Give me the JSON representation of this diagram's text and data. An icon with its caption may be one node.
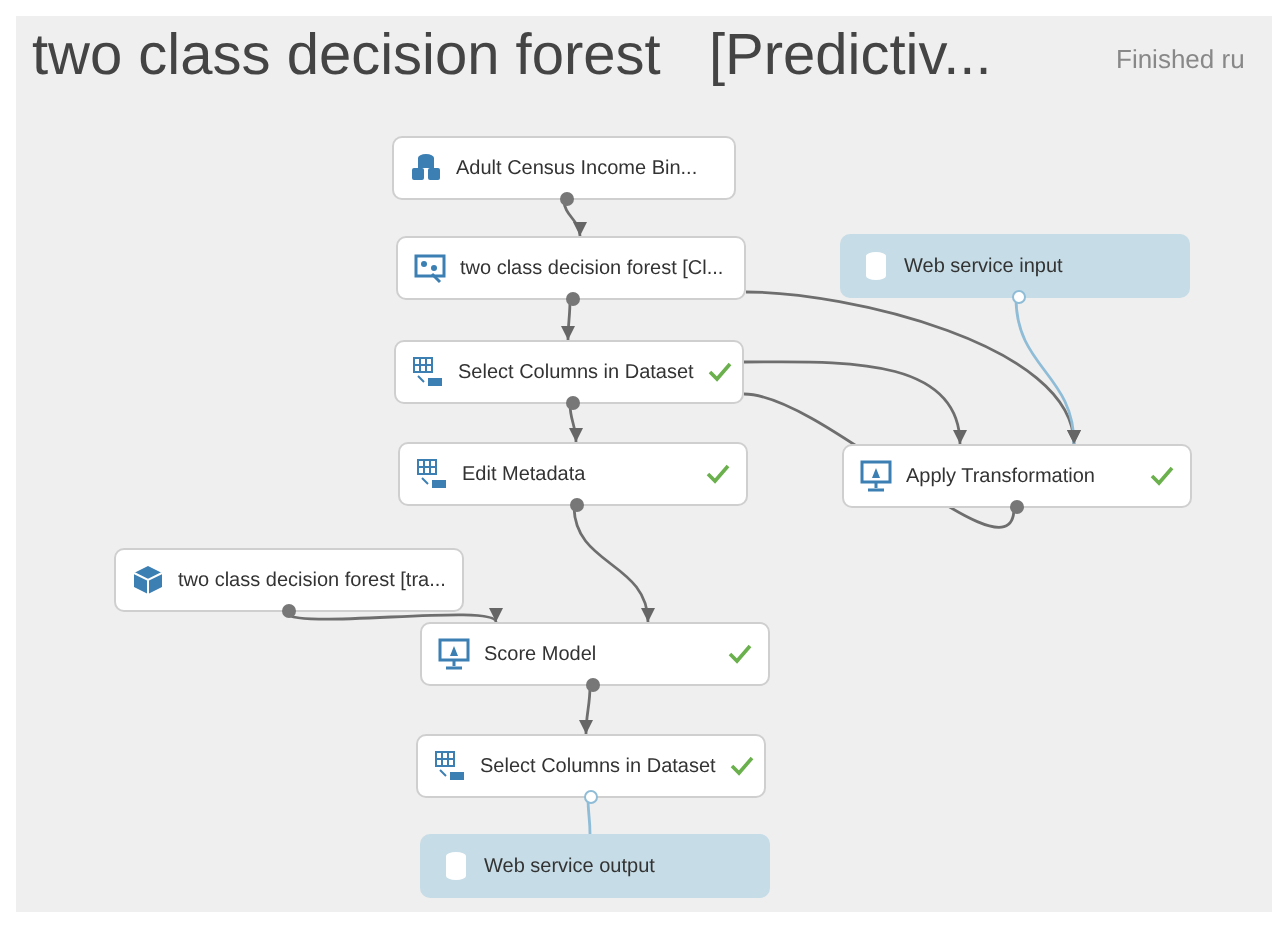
{
  "diagram": {
    "title": "two class decision forest   [Predictiv...",
    "nodes": [
      {
        "text": [
          "Adult Census Income Bin..."
        ]
      },
      {
        "text": [
          "two class decision forest [Cl..."
        ]
      },
      {
        "text": [
          "Web service input"
        ]
      },
      {
        "text": [
          "Select Columns in Dataset"
        ]
      },
      {
        "text": [
          "Edit Metadata"
        ]
      },
      {
        "text": [
          "Apply Transformation"
        ]
      },
      {
        "text": [
          "two class decision forest [tra..."
        ]
      },
      {
        "text": [
          "Score Model"
        ]
      },
      {
        "text": [
          "Select Columns in Dataset"
        ]
      },
      {
        "text": [
          "Web service output"
        ]
      }
    ],
    "edges": [
      {
        "from": 0,
        "to": 1,
        "arrow": "to"
      },
      {
        "from": 1,
        "to": 3,
        "arrow": "to"
      },
      {
        "from": 1,
        "to": 5,
        "arrow": "to"
      },
      {
        "from": 3,
        "to": 5,
        "arrow": "to"
      },
      {
        "from": 5,
        "to": 3,
        "arrow": "none"
      },
      {
        "from": 2,
        "to": 5,
        "arrow": "to",
        "color": "#8fbcd6"
      },
      {
        "from": 3,
        "to": 4,
        "arrow": "to"
      },
      {
        "from": 4,
        "to": 7,
        "arrow": "to"
      },
      {
        "from": 6,
        "to": 7,
        "arrow": "to"
      },
      {
        "from": 7,
        "to": 8,
        "arrow": "to"
      },
      {
        "from": 8,
        "to": 9,
        "arrow": "none",
        "color": "#8fbcd6"
      }
    ],
    "labels": [
      "Finished ru"
    ]
  }
}
